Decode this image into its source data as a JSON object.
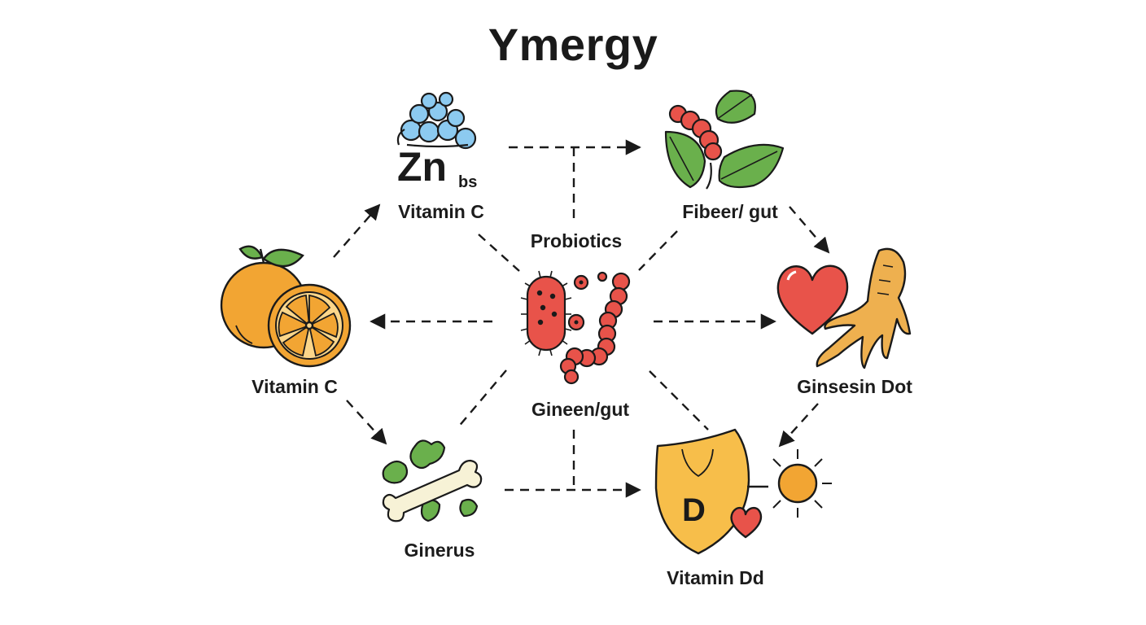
{
  "title": "Ymergy",
  "nodes": {
    "zinc": {
      "label": "Vitamin C",
      "symbol": "Zn",
      "subscript": "bs",
      "icon": "zinc-bubbles-icon"
    },
    "fiber": {
      "label": "Fibeer/ gut",
      "icon": "leaf-berry-icon"
    },
    "orange": {
      "label": "Vitamin C",
      "icon": "orange-icon"
    },
    "center_top": {
      "label": "Probiotics"
    },
    "center": {
      "label": "Gineen/gut",
      "icon": "gut-bacteria-icon"
    },
    "ginseng": {
      "label": "Ginsesin Dot",
      "icon": "heart-ginseng-icon"
    },
    "bone": {
      "label": "Ginerus",
      "icon": "bone-herb-icon"
    },
    "vitamin_d": {
      "label": "Vitamin Dd",
      "badge": "D",
      "icon": "shield-sun-icon"
    }
  },
  "colors": {
    "orange": "#f2a533",
    "red": "#e8534a",
    "green": "#6ab04c",
    "blue": "#8ccaf0",
    "yellow": "#f7be4a",
    "ginseng": "#eeb04f",
    "outline": "#1a1a1a",
    "bone": "#f7f2d6"
  }
}
